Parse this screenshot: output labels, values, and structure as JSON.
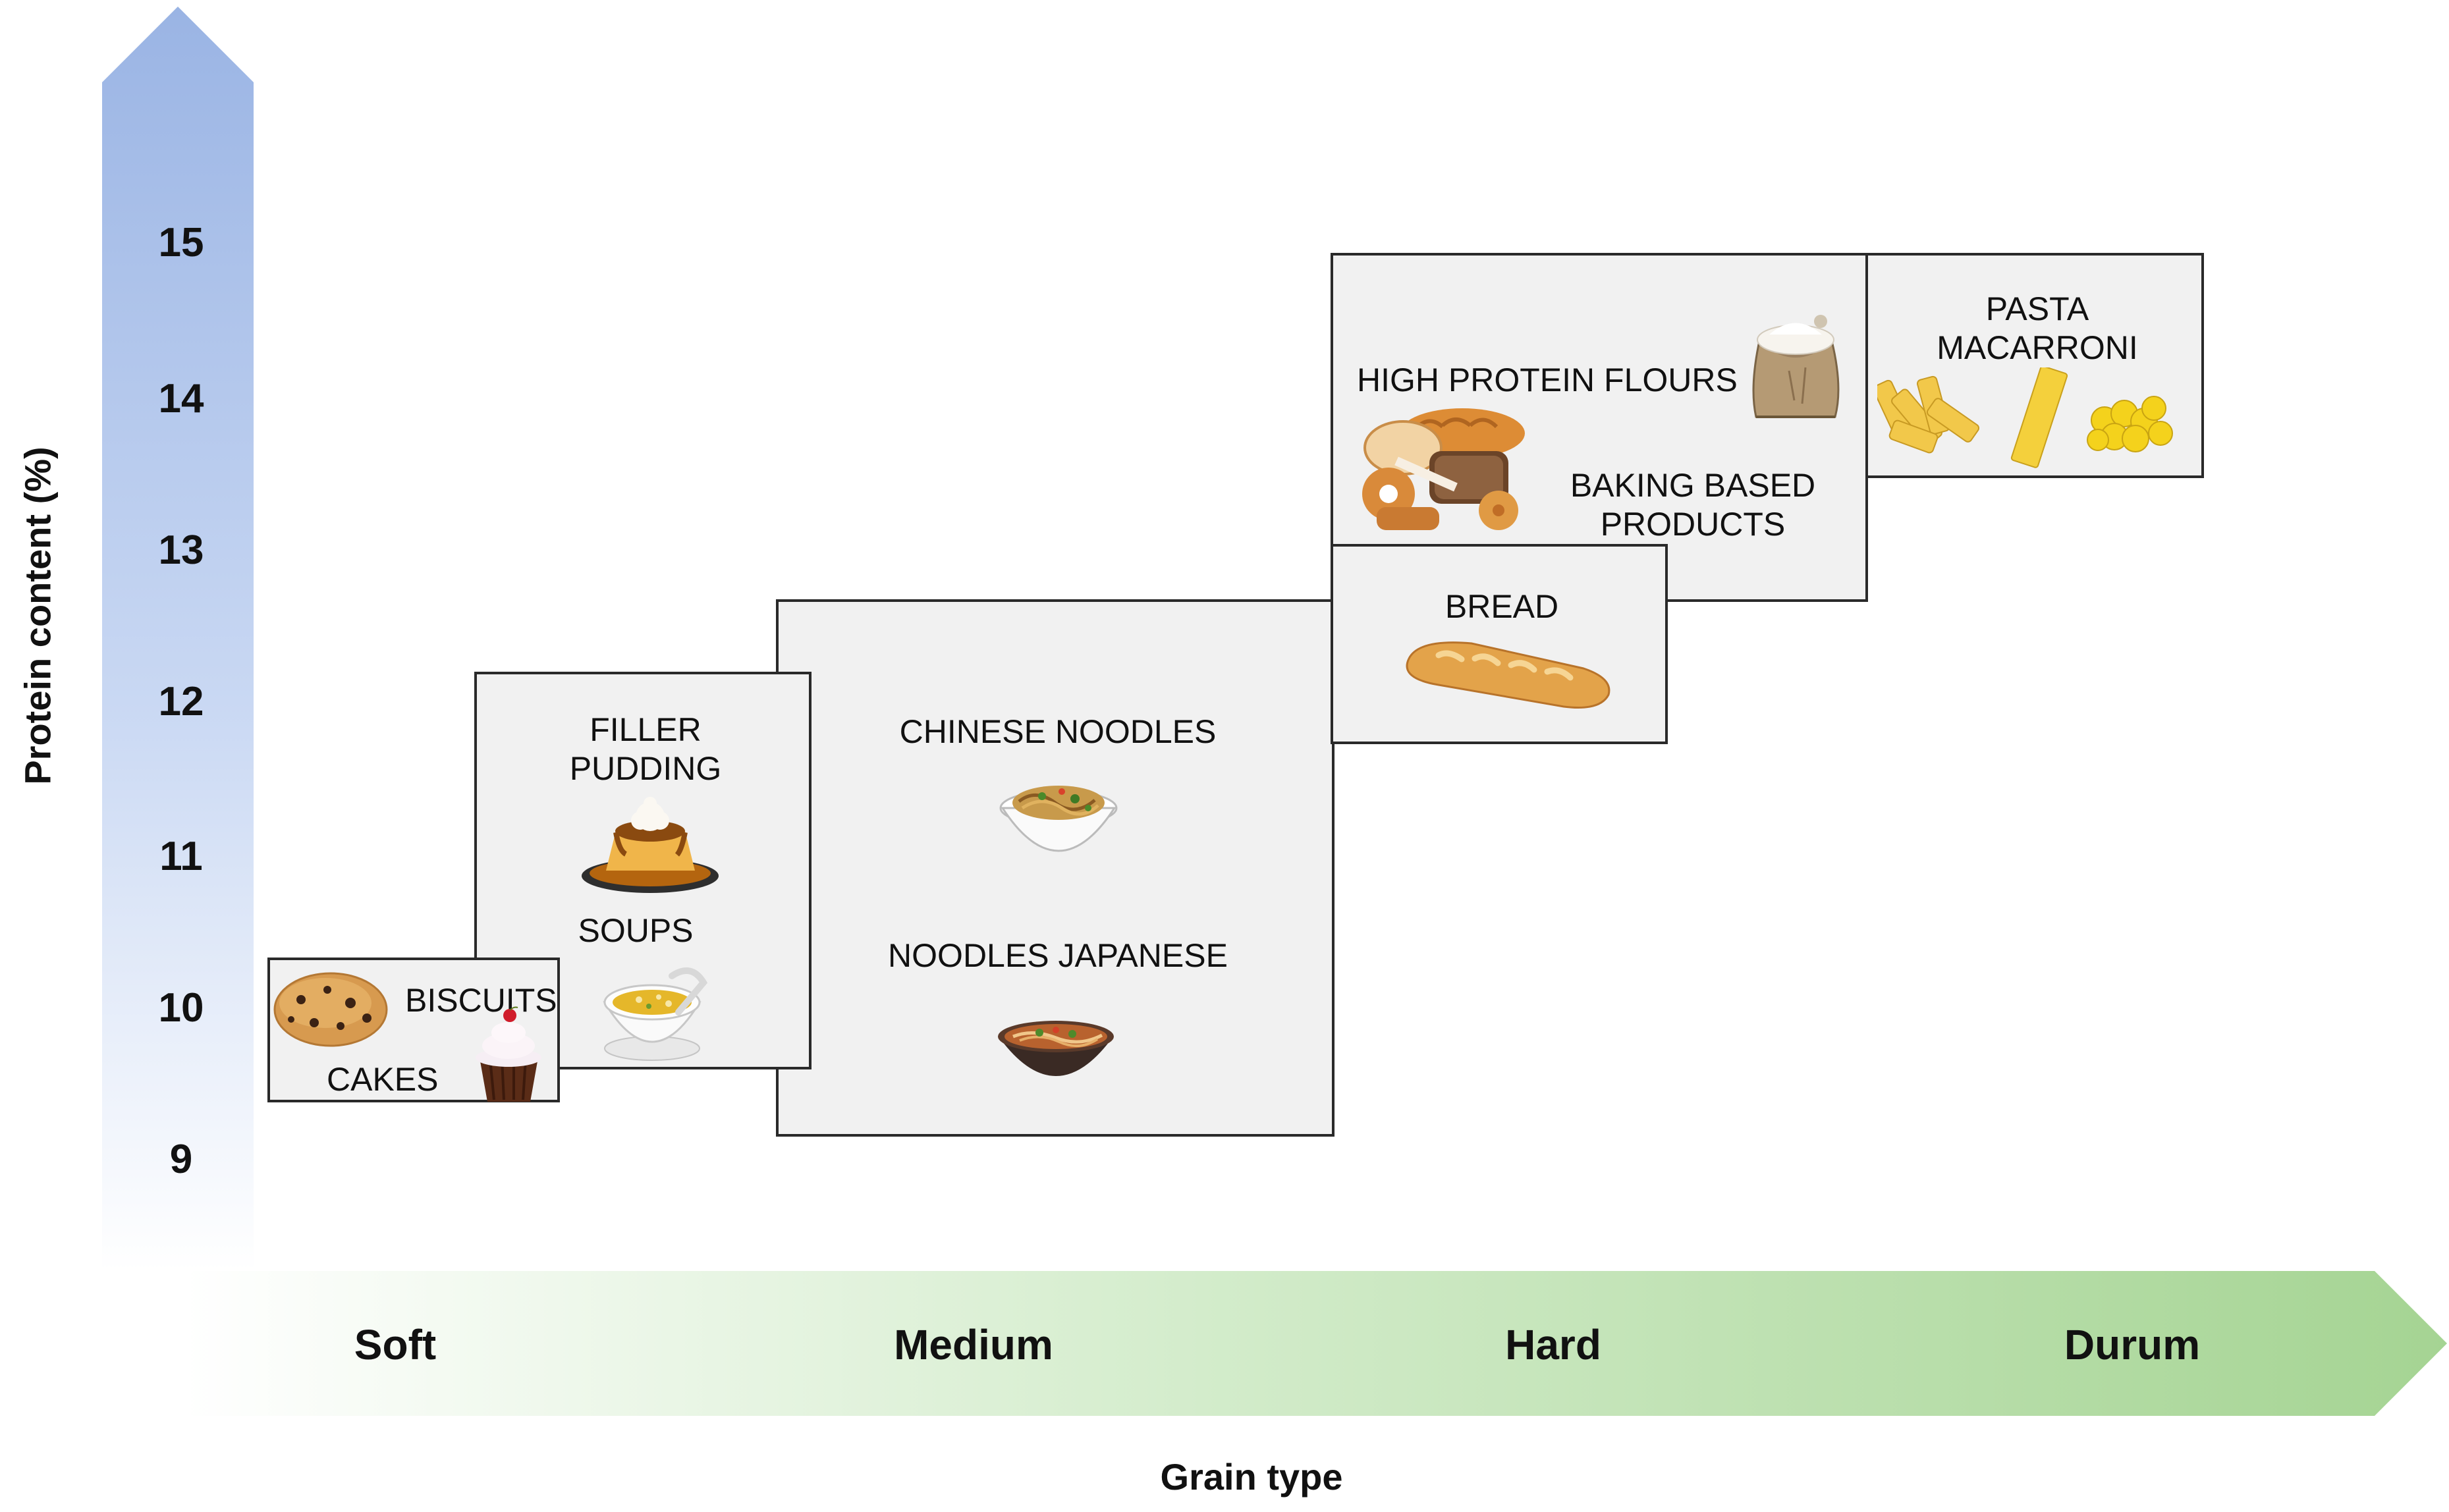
{
  "y_axis": {
    "label": "Protein content (%)",
    "ticks": [
      "15",
      "14",
      "13",
      "12",
      "11",
      "10",
      "9"
    ],
    "arrow_color": "#9fb8e6"
  },
  "x_axis": {
    "label": "Grain type",
    "categories": [
      "Soft",
      "Medium",
      "Hard",
      "Durum"
    ],
    "arrow_color": "#a8d596"
  },
  "boxes": {
    "soft": {
      "biscuits": "BISCUITS",
      "cakes": "CAKES"
    },
    "soft_medium": {
      "filler": "FILLER\nPUDDING",
      "soups": "SOUPS"
    },
    "medium": {
      "chinese": "CHINESE NOODLES",
      "japanese": "NOODLES JAPANESE"
    },
    "hard": {
      "high_protein": "HIGH PROTEIN FLOURS",
      "baking": "BAKING BASED\nPRODUCTS"
    },
    "bread": {
      "label": "BREAD"
    },
    "durum": {
      "label": "PASTA\nMACARRONI"
    }
  },
  "icons": {
    "cookie": "cookie-icon",
    "cupcake": "cupcake-icon",
    "pudding": "pudding-icon",
    "soup": "soup-bowl-icon",
    "chinese_noodles": "noodle-bowl-icon",
    "ramen": "ramen-bowl-icon",
    "bread_basket": "bread-assortment-icon",
    "flour_sack": "flour-sack-icon",
    "baguette": "baguette-icon",
    "pasta": "pasta-icon"
  }
}
